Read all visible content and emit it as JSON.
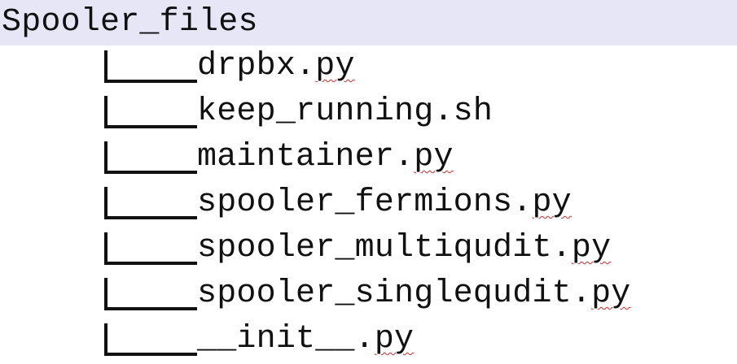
{
  "root": {
    "label": "Spooler_files"
  },
  "files": [
    {
      "stem": "drpbx.",
      "ext": "py",
      "spell_flag": true
    },
    {
      "stem": "keep_running.sh",
      "ext": "",
      "spell_flag": false
    },
    {
      "stem": "maintainer.",
      "ext": "py",
      "spell_flag": true
    },
    {
      "stem": "spooler_fermions.",
      "ext": "py",
      "spell_flag": true
    },
    {
      "stem": "spooler_multiqudit.",
      "ext": "py",
      "spell_flag": true
    },
    {
      "stem": "spooler_singlequdit.",
      "ext": "py",
      "spell_flag": true
    },
    {
      "stem": "__init__.",
      "ext": "py",
      "spell_flag": true
    }
  ],
  "colors": {
    "root_highlight": "#e6e6f7",
    "text": "#111111",
    "spellcheck_underline": "#d12b2b"
  }
}
